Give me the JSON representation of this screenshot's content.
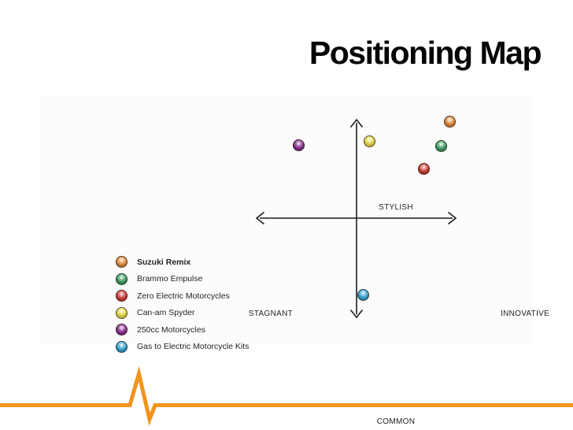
{
  "slide": {
    "title": "Positioning Map"
  },
  "accent_color": "#EF941D",
  "chart_data": {
    "type": "scatter",
    "title": "Positioning Map",
    "axes": {
      "top": "STYLISH",
      "bottom": "COMMON",
      "left": "STAGNANT",
      "right": "INNOVATIVE",
      "x_range": [
        -1,
        1
      ],
      "y_range": [
        -1,
        1
      ]
    },
    "legend_position": "left",
    "grid": false,
    "points": [
      {
        "label": "Suzuki Remix",
        "color": "#F0913C",
        "x": 0.94,
        "y": 0.98,
        "bold": true
      },
      {
        "label": "Brammo Empulse",
        "color": "#3FA768",
        "x": 0.85,
        "y": 0.73
      },
      {
        "label": "Zero Electric Motorcycles",
        "color": "#DC3E38",
        "x": 0.68,
        "y": 0.5
      },
      {
        "label": "Can-am Spyder",
        "color": "#F6E94B",
        "x": 0.13,
        "y": 0.78
      },
      {
        "label": "250cc Motorcycles",
        "color": "#8E2D96",
        "x": -0.58,
        "y": 0.74
      },
      {
        "label": "Gas to Electric Motorcycle Kits",
        "color": "#35ADE2",
        "x": 0.07,
        "y": -0.78
      }
    ]
  }
}
